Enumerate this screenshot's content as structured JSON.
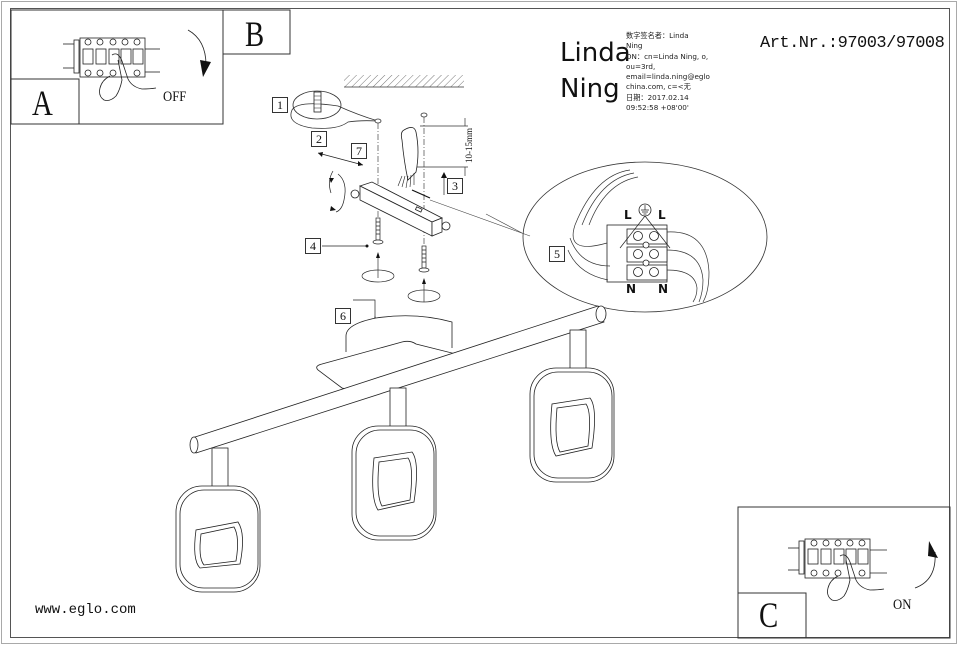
{
  "document": {
    "type": "assembly-instruction-sheet",
    "brand_url": "www.eglo.com",
    "article_number": "Art.Nr.:97003/97008"
  },
  "signature": {
    "name_line1": "Linda",
    "name_line2": "Ning",
    "details": [
      "数字签名者：Linda",
      "Ning",
      "DN：cn=Linda Ning, o,",
      "ou=3rd,",
      "email=linda.ning@eglo",
      "china.com, c=<无",
      "日期：2017.02.14",
      "09:52:58 +08'00'"
    ]
  },
  "panels": {
    "A": {
      "letter": "A",
      "switch_state": "OFF",
      "arrow_direction": "clockwise-down"
    },
    "B": {
      "letter": "B"
    },
    "C": {
      "letter": "C",
      "switch_state": "ON",
      "arrow_direction": "counterclockwise-up"
    }
  },
  "steps": [
    {
      "number": "1",
      "meaning": "wall plug (detail)"
    },
    {
      "number": "2",
      "meaning": "drill/mark distance"
    },
    {
      "number": "7",
      "meaning": "rotate bracket"
    },
    {
      "number": "3",
      "meaning": "feed mains cable"
    },
    {
      "number": "4",
      "meaning": "screw bracket to ceiling"
    },
    {
      "number": "5",
      "meaning": "terminal block wiring"
    },
    {
      "number": "6",
      "meaning": "hook fixture onto bracket"
    }
  ],
  "dimension": {
    "label": "10-15mm"
  },
  "wiring": {
    "ground_symbol": "earth-ground",
    "top_labels": [
      "L",
      "L"
    ],
    "bottom_labels": [
      "N",
      "N"
    ]
  },
  "fixture": {
    "spotlight_count": 3
  }
}
